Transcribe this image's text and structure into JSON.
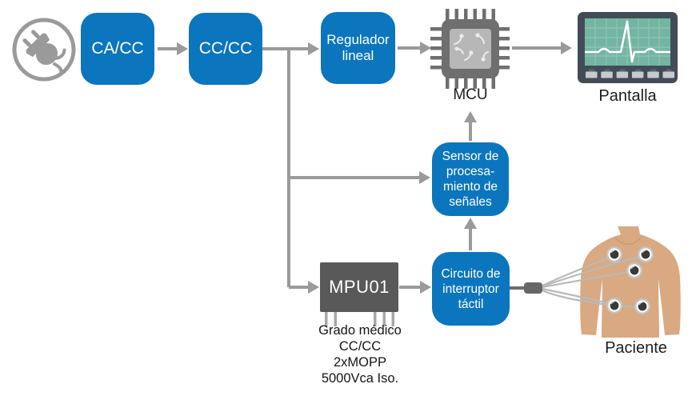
{
  "diagram": {
    "power_source": {
      "icon": "power-plug-icon"
    },
    "blocks": {
      "ca_cc": {
        "label": "CA/CC"
      },
      "cc_cc": {
        "label": "CC/CC"
      },
      "regulador_lineal": {
        "lines": [
          "Regulador",
          "lineal"
        ]
      },
      "sensor_senales": {
        "lines": [
          "Sensor de",
          "procesa-",
          "miento de",
          "señales"
        ]
      },
      "mpu01": {
        "label": "MPU01"
      },
      "interruptor_tactil": {
        "lines": [
          "Circuito de",
          "interruptor",
          "táctil"
        ]
      }
    },
    "icon_labels": {
      "mcu": "MCU",
      "pantalla": "Pantalla",
      "paciente": "Paciente"
    },
    "mpu_note": {
      "lines": [
        "Grado médico",
        "CC/CC",
        "2xMOPP",
        "5000Vca Iso."
      ]
    },
    "icons": [
      "power-plug-icon",
      "mcu-chip-icon",
      "display-monitor-icon",
      "patient-torso-icon",
      "electrode-icon",
      "cable-connector-icon"
    ],
    "colors": {
      "block_blue": "#0b76bd",
      "line_gray": "#9a9a9a",
      "module_dark_gray": "#595959",
      "chip_gray": "#6f6f6f",
      "monitor_frame": "#414c57",
      "screen_teal": "#72b5a2",
      "skin_tone": "#d9a981",
      "label_black": "#1d1d1d"
    }
  }
}
